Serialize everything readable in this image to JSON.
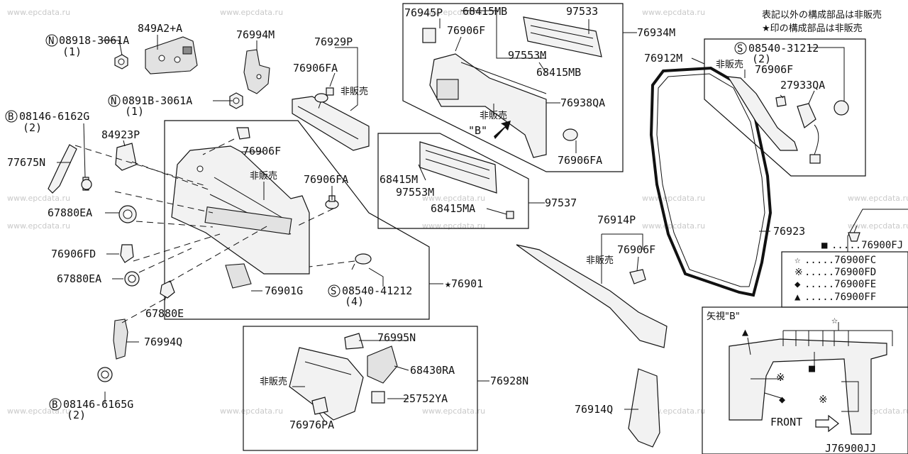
{
  "watermark": "www.epcdata.ru",
  "notes": {
    "line1": "表記以外の構成部品は非販売",
    "line2": "★印の構成部品は非販売"
  },
  "diagram_code": "J76900JJ",
  "labels": {
    "p849a2a": "849A2+A",
    "p76994m": "76994M",
    "p76929p": "76929P",
    "p76906fa_1": "76906FA",
    "nonsale_1": "非販売",
    "n_08918_a": "08918-3061A",
    "qty_1a": "(1)",
    "n_0891b": "0891B-3061A",
    "qty_1b": "(1)",
    "b_08146_g": "08146-6162G",
    "qty_2a": "(2)",
    "p84923p": "84923P",
    "p77675n": "77675N",
    "p67880ea_1": "67880EA",
    "p76906fd": "76906FD",
    "p67880ea_2": "67880EA",
    "p67880e": "67880E",
    "p76994q": "76994Q",
    "b_08146_5g": "08146-6165G",
    "qty_2b": "(2)",
    "p76906f_1": "76906F",
    "nonsale_2": "非販売",
    "p76906fa_2": "76906FA",
    "p76901g": "76901G",
    "s_08540_4": "08540-41212",
    "qty_4": "(4)",
    "p76901": "★76901",
    "p76945p": "76945P",
    "p68415mb_1": "68415MB",
    "p97533": "97533",
    "p76906f_2": "76906F",
    "p97553m_1": "97553M",
    "p68415mb_2": "68415MB",
    "p76934m": "76934M",
    "nonsale_3": "非販売",
    "view_b": "\"B\"",
    "p76938qa": "76938QA",
    "p76906fa_3": "76906FA",
    "p68415m": "68415M",
    "p97553m_2": "97553M",
    "p68415ma": "68415MA",
    "p97537": "97537",
    "p76995n": "76995N",
    "p68430ra": "68430RA",
    "p76928n": "76928N",
    "nonsale_4": "非販売",
    "p25752ya": "25752YA",
    "p76976pa": "76976PA",
    "p76912m": "76912M",
    "s_08540_3": "08540-31212",
    "qty_2c": "(2)",
    "nonsale_5": "非販売",
    "p76906f_3": "76906F",
    "p27933qa": "27933QA",
    "p76923": "76923",
    "p76914p": "76914P",
    "nonsale_6": "非販売",
    "p76906f_4": "76906F",
    "p76914q": "76914Q"
  },
  "legend": [
    {
      "symbol": "■",
      "code": ".....76900FJ"
    },
    {
      "symbol": "☆",
      "code": ".....76900FC"
    },
    {
      "symbol": "※",
      "code": ".....76900FD"
    },
    {
      "symbol": "◆",
      "code": ".....76900FE"
    },
    {
      "symbol": "▲",
      "code": ".....76900FF"
    }
  ],
  "view_b_inset": {
    "title": "矢視\"B\"",
    "front_label": "FRONT"
  },
  "prefix_symbols": {
    "n": "N",
    "b": "B",
    "s": "S"
  }
}
